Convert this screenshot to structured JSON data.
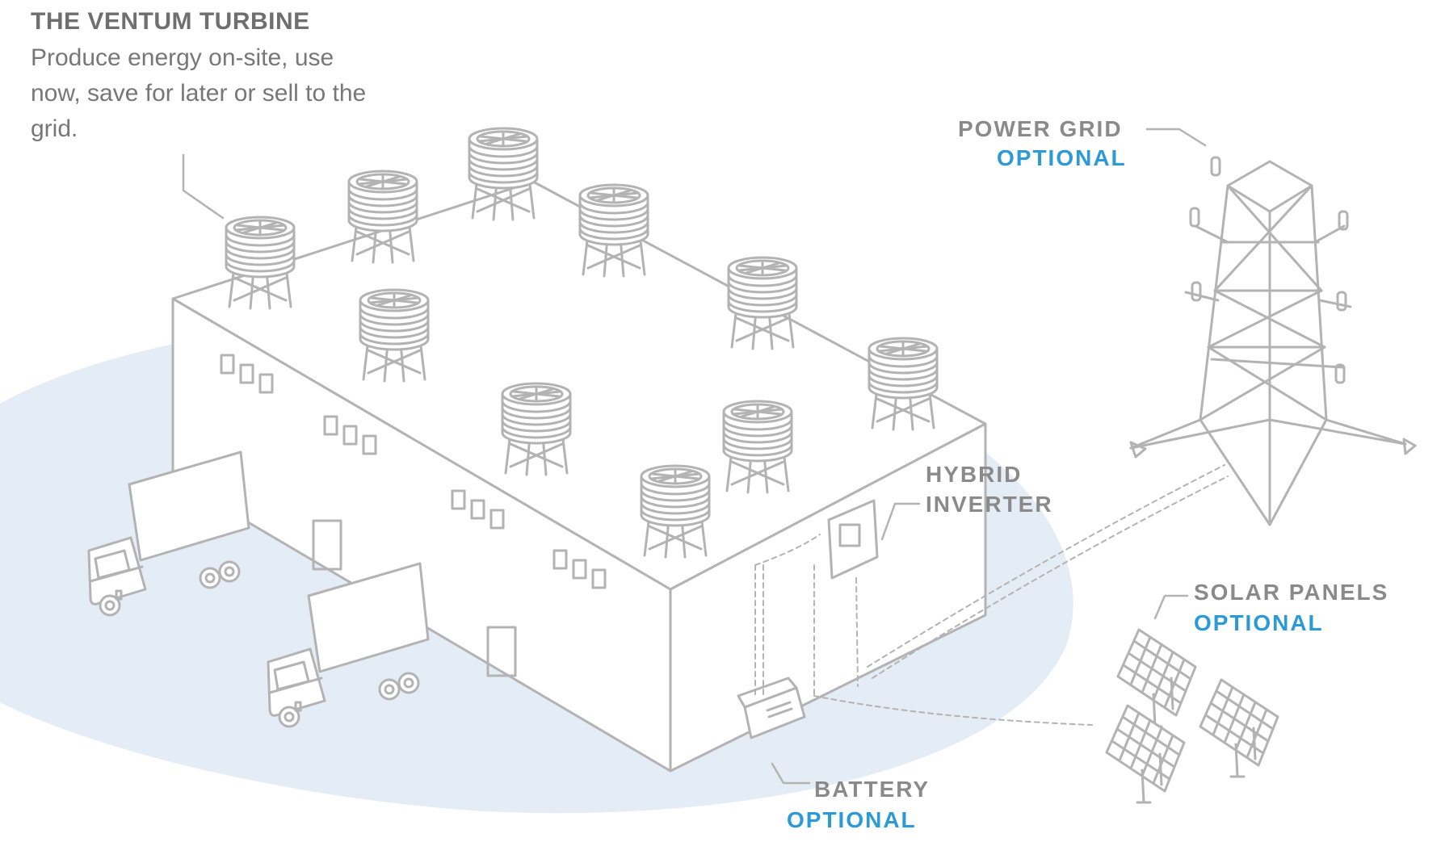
{
  "intro": {
    "title": "THE VENTUM TURBINE",
    "description": "Produce energy on-site, use now, save for later or sell to the grid."
  },
  "labels": {
    "power_grid": {
      "name": "POWER GRID",
      "status": "OPTIONAL"
    },
    "hybrid_inverter": {
      "line1": "HYBRID",
      "line2": "INVERTER"
    },
    "solar_panels": {
      "name": "SOLAR PANELS",
      "status": "OPTIONAL"
    },
    "battery": {
      "name": "BATTERY",
      "status": "OPTIONAL"
    }
  },
  "colors": {
    "line": "#b3b3b3",
    "label_dark": "#8a8a8a",
    "label_accent": "#2b9ad6",
    "ground": "#e4ecf6"
  }
}
